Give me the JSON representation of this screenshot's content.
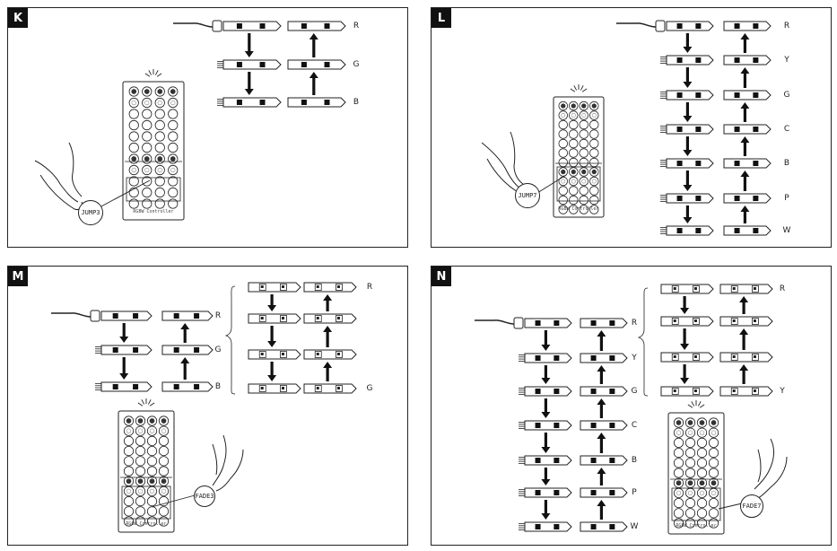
{
  "remote_label": "RGBW Controller",
  "panels": [
    {
      "id": "K",
      "colors": [
        "R",
        "G",
        "B"
      ],
      "mode": "JUMP3"
    },
    {
      "id": "L",
      "colors": [
        "R",
        "Y",
        "G",
        "C",
        "B",
        "P",
        "W"
      ],
      "mode": "JUMP7"
    },
    {
      "id": "M",
      "colors": [
        "R",
        "G",
        "B"
      ],
      "group_colors": [
        "R",
        "G"
      ],
      "mode": "FADE3"
    },
    {
      "id": "N",
      "colors": [
        "R",
        "Y",
        "G",
        "C",
        "B",
        "P",
        "W"
      ],
      "group_colors": [
        "R",
        "Y"
      ],
      "mode": "FADE7"
    }
  ]
}
